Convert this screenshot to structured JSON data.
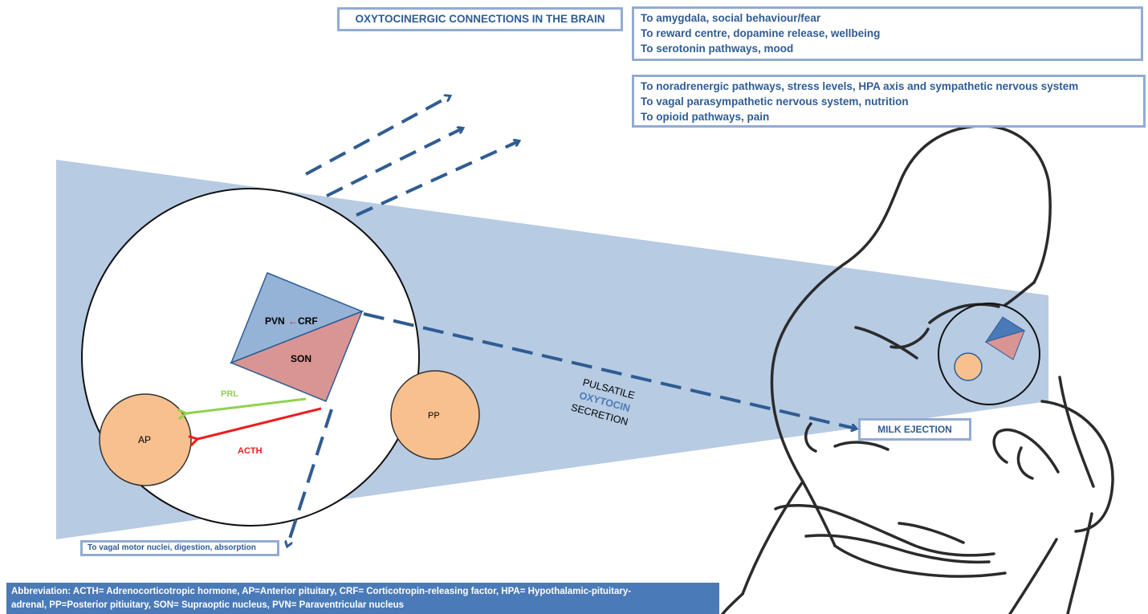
{
  "title": "OXYTOCINERGIC CONNECTIONS IN THE BRAIN",
  "connections_top": [
    "To amygdala, social behaviour/fear",
    "To reward centre, dopamine release, wellbeing",
    "To serotonin pathways, mood"
  ],
  "connections_mid": [
    "To noradrenergic  pathways, stress levels, HPA axis and sympathetic nervous system",
    "To vagal parasympathetic nervous system, nutrition",
    "To opioid pathways, pain"
  ],
  "labels": {
    "pvn": "PVN",
    "crf": "CRF",
    "son": "SON",
    "prl": "PRL",
    "acth": "ACTH",
    "ap": "AP",
    "pp": "PP",
    "pulsatile": "PULSATILE",
    "oxytocin": "OXYTOCIN",
    "secretion": "SECRETION"
  },
  "milk_ejection": "MILK EJECTION",
  "vagal_note": "To vagal motor nuclei, digestion, absorption",
  "abbreviation": {
    "line1": "Abbreviation: ACTH= Adrenocorticotropic  hormone, AP=Anterior pituitary, CRF= Corticotropin-releasing factor, HPA=  Hypothalamic-pituitary-",
    "line2": "adrenal, PP=Posterior pitiuitary, SON= Supraoptic nucleus, PVN= Paraventricular nucleus"
  },
  "colors": {
    "beam": "#b7cbe3",
    "pvn": "#95b3d7",
    "son": "#d99594",
    "pituitary": "#f8c08e",
    "arrow_blue": "#2f5c93",
    "prl_green": "#92d050",
    "acth_red": "#ee1c1c",
    "box_border": "#92acd1"
  }
}
